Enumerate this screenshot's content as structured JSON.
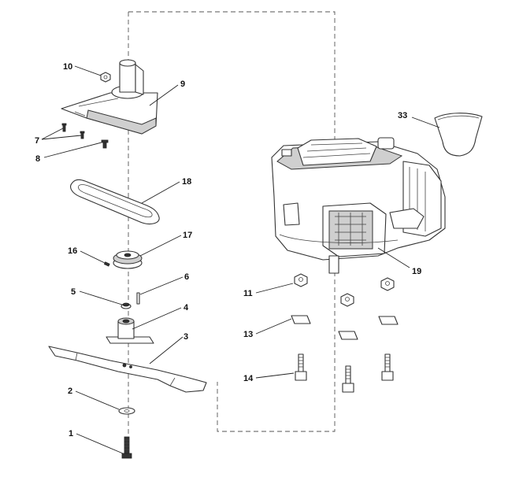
{
  "callouts": {
    "p1": "1",
    "p2": "2",
    "p3": "3",
    "p4": "4",
    "p5": "5",
    "p6": "6",
    "p7": "7",
    "p8": "8",
    "p9": "9",
    "p10": "10",
    "p11": "11",
    "p13": "13",
    "p14": "14",
    "p16": "16",
    "p17": "17",
    "p18": "18",
    "p19": "19",
    "p33": "33"
  }
}
